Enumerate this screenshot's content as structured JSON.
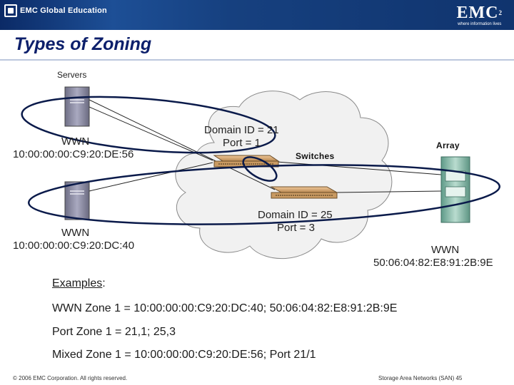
{
  "header": {
    "left_logo_text": "EMC Global Education",
    "right_logo_brand": "EMC",
    "right_logo_sup": "2",
    "right_logo_tagline": "where information lives"
  },
  "slide": {
    "title": "Types of Zoning"
  },
  "diagram": {
    "servers_label": "Servers",
    "server1_wwn_line1": "WWN",
    "server1_wwn_line2": "10:00:00:00:C9:20:DE:56",
    "server2_wwn_line1": "WWN",
    "server2_wwn_line2": "10:00:00:00:C9:20:DC:40",
    "switch1_label_line1": "Domain ID = 21",
    "switch1_label_line2": "Port = 1",
    "switch2_label_line1": "Domain ID = 25",
    "switch2_label_line2": "Port = 3",
    "switches_label": "Switches",
    "array_label": "Array",
    "array_wwn_line1": "WWN",
    "array_wwn_line2": "50:06:04:82:E8:91:2B:9E"
  },
  "examples": {
    "heading": "Examples",
    "heading_suffix": ":",
    "lines": [
      "WWN Zone 1 = 10:00:00:00:C9:20:DC:40; 50:06:04:82:E8:91:2B:9E",
      "Port Zone 1 = 21,1; 25,3",
      "Mixed Zone 1 = 10:00:00:00:C9:20:DE:56; Port 21/1"
    ]
  },
  "footer": {
    "copyright": "© 2006 EMC Corporation. All rights reserved.",
    "page_info": "Storage Area Networks (SAN) 45"
  },
  "colors": {
    "banner": "#10346e",
    "title": "#0c1f6b",
    "cloud_fill": "#f1f1f1",
    "zone_ring": "#0a1a4a",
    "array_body": "#7fb3a3"
  }
}
